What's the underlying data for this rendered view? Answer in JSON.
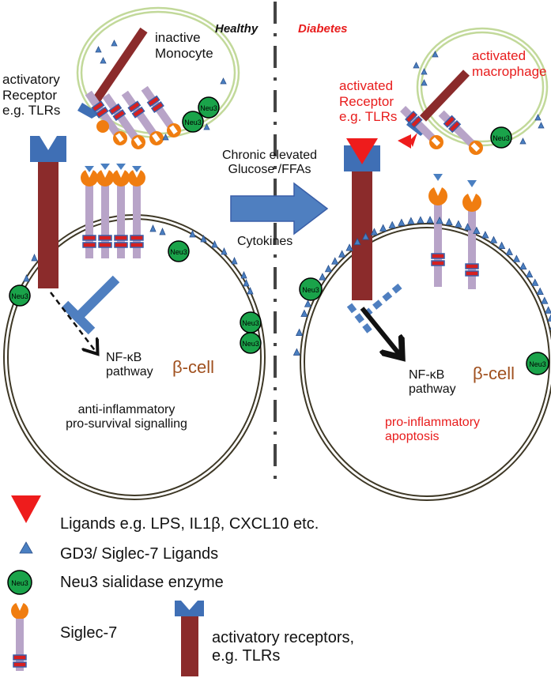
{
  "headers": {
    "healthy": "Healthy",
    "diabetes": "Diabetes"
  },
  "healthy_panel": {
    "monocyte": {
      "line1": "inactive",
      "line2": "Monocyte"
    },
    "receptor": {
      "line1": "activatory",
      "line2": "Receptor",
      "line3": "e.g. TLRs"
    },
    "pathway": {
      "line1": "NF-κB",
      "line2": "pathway"
    },
    "cell": "β-cell",
    "outcome": {
      "line1": "anti-inflammatory",
      "line2": "pro-survival signalling"
    }
  },
  "middle": {
    "stimulus": {
      "line1": "Chronic elevated",
      "line2": "Glucose /FFAs"
    },
    "cytokines": "Cytokines"
  },
  "diabetes_panel": {
    "macrophage": {
      "line1": "activated",
      "line2": "macrophage"
    },
    "receptor": {
      "line1": "activated",
      "line2": "Receptor",
      "line3": "e.g. TLRs"
    },
    "pathway": {
      "line1": "NF-κB",
      "line2": "pathway"
    },
    "cell": "β-cell",
    "outcome": {
      "line1": "pro-inflammatory",
      "line2": "apoptosis"
    }
  },
  "neu3_label": "Neu3",
  "legend": {
    "ligands": "Ligands e.g. LPS, IL1β, CXCL10 etc.",
    "gd3": "GD3/ Siglec-7 Ligands",
    "neu3": "Neu3 sialidase enzyme",
    "siglec": "Siglec-7",
    "receptors_line1": "activatory receptors,",
    "receptors_line2": "e.g. TLRs"
  },
  "colors": {
    "receptor": "#8b2b2b",
    "receptor_top": "#3f6fb5",
    "siglec_stem": "#b8a4c8",
    "siglec_head": "#f07d10",
    "siglec_band_red": "#d62020",
    "siglec_band_blue": "#3a5fa8",
    "gd3_triangle": "#4a7fc1",
    "neu3": "#1aa34a",
    "ligand": "#ee1c1c",
    "membrane": "#3e3826",
    "monocyte_membrane": "#c2d99a",
    "arrow_blue": "#4f7fc0",
    "red_text": "#e81c1c",
    "cell_text": "#a0501e"
  },
  "icons": [
    "ligand-triangle-icon",
    "gd3-triangle-icon",
    "neu3-enzyme-icon",
    "siglec7-icon",
    "activatory-receptor-icon"
  ]
}
